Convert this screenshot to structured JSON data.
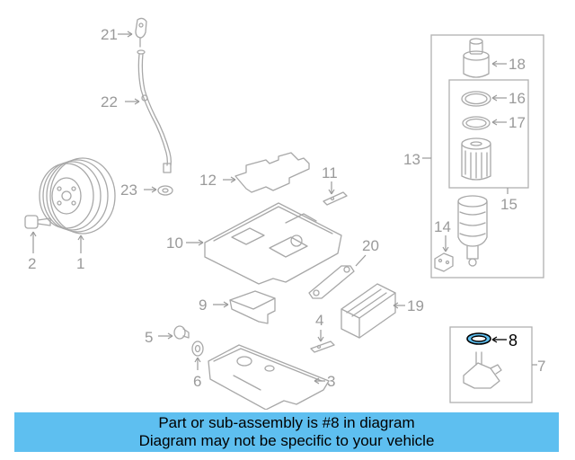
{
  "callouts": {
    "n1": "1",
    "n2": "2",
    "n3": "3",
    "n4": "4",
    "n5": "5",
    "n6": "6",
    "n7": "7",
    "n8": "8",
    "n9": "9",
    "n10": "10",
    "n11": "11",
    "n12": "12",
    "n13": "13",
    "n14": "14",
    "n15": "15",
    "n16": "16",
    "n17": "17",
    "n18": "18",
    "n19": "19",
    "n20": "20",
    "n21": "21",
    "n22": "22",
    "n23": "23"
  },
  "highlight": {
    "part_number": "8",
    "color": "#5ebff0"
  },
  "banner": {
    "line1": "Part or sub-assembly is #8 in diagram",
    "line2": "Diagram may not be specific to your vehicle",
    "background": "#5ebff0"
  },
  "colors": {
    "line": "#a8a8a8",
    "label": "#9a9a9a"
  }
}
